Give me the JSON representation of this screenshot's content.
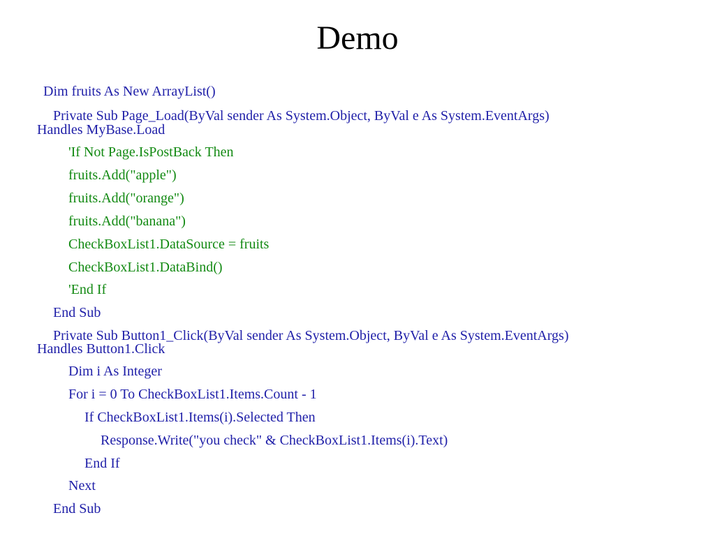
{
  "slide": {
    "title": "Demo"
  },
  "colors": {
    "code_text": "#1f1fa8",
    "comment_text": "#138a13",
    "title_text": "#000000",
    "background": "#ffffff"
  },
  "code": {
    "l01": "Dim fruits As New ArrayList()",
    "l02": "Private Sub Page_Load(ByVal sender As System.Object, ByVal e As System.EventArgs)",
    "l03": "Handles MyBase.Load",
    "l04": "'If Not Page.IsPostBack Then",
    "l05": "fruits.Add(\"apple\")",
    "l06": "fruits.Add(\"orange\")",
    "l07": "fruits.Add(\"banana\")",
    "l08": "CheckBoxList1.DataSource = fruits",
    "l09": "CheckBoxList1.DataBind()",
    "l10": "'End If",
    "l11": "End Sub",
    "l12": "Private Sub Button1_Click(ByVal sender As System.Object, ByVal e As System.EventArgs)",
    "l13": "Handles Button1.Click",
    "l14": "Dim i As Integer",
    "l15": "For i = 0 To CheckBoxList1.Items.Count - 1",
    "l16": "If CheckBoxList1.Items(i).Selected Then",
    "l17": "Response.Write(\"you check\" & CheckBoxList1.Items(i).Text)",
    "l18": "End If",
    "l19": "Next",
    "l20": "End Sub"
  }
}
